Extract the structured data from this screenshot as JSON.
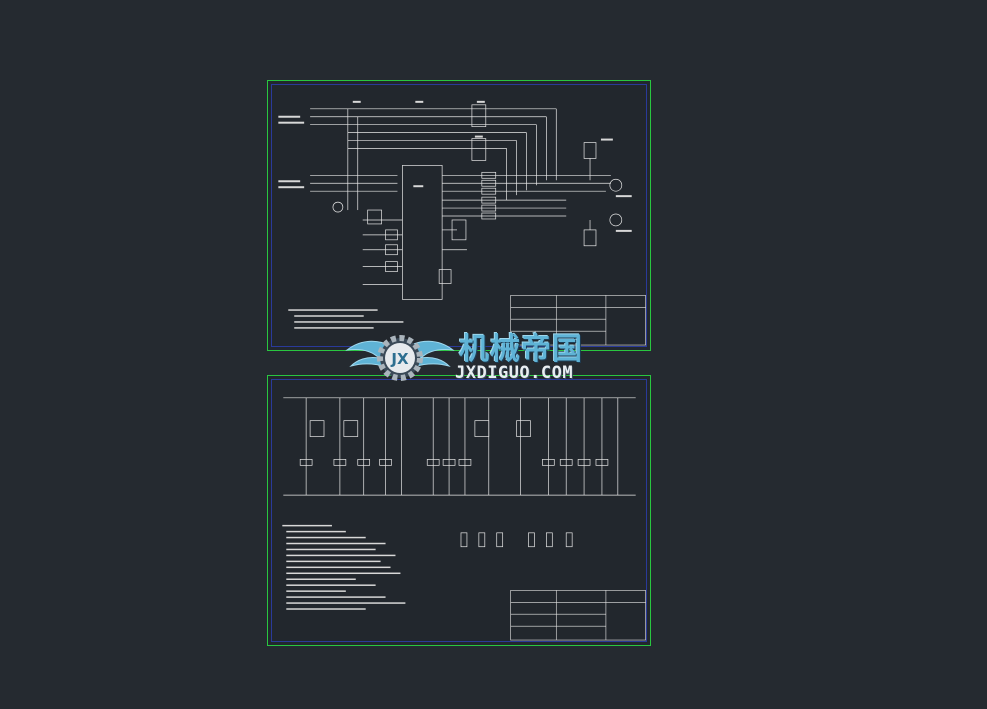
{
  "canvas": {
    "background": "#252a30",
    "sheet_border_color": "#29c640",
    "inner_frame_color": "#2a3a9a",
    "line_color": "#e8e8e8"
  },
  "sheets": [
    {
      "id": "top",
      "content": "main circuit schematic"
    },
    {
      "id": "bottom",
      "content": "control circuit schematic"
    }
  ],
  "watermark": {
    "logo_letters": "JX",
    "title": "机械帝国",
    "subtitle": "JXDIGUO.COM",
    "icon": "gear-wings-logo-icon"
  }
}
